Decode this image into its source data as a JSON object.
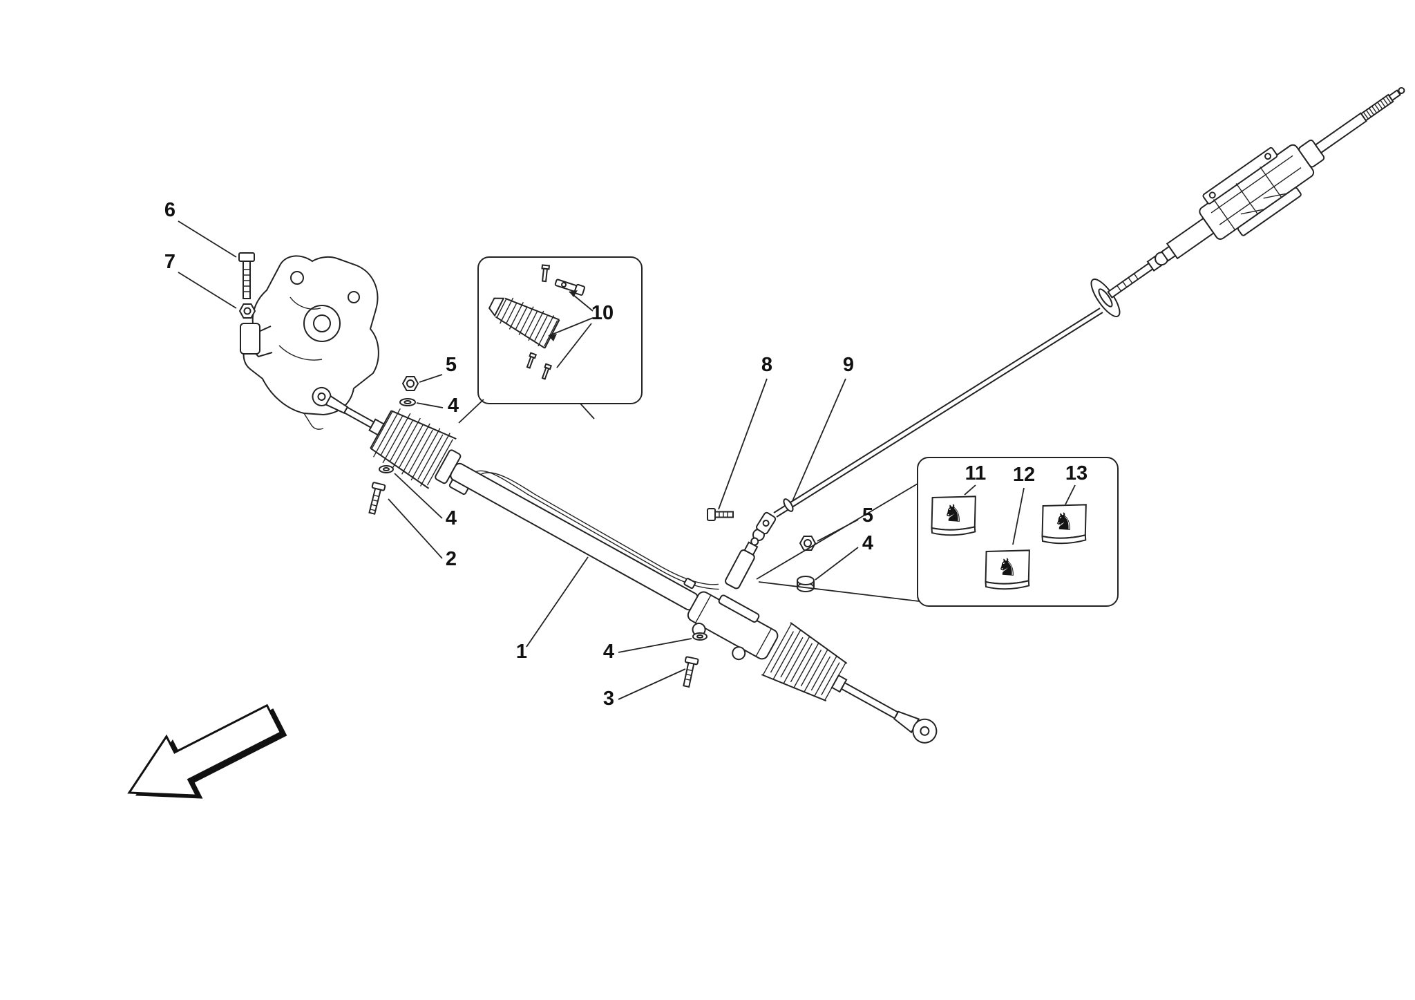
{
  "callouts": {
    "c1": "1",
    "c2": "2",
    "c3": "3",
    "c4a": "4",
    "c4b": "4",
    "c4c": "4",
    "c4d": "4",
    "c5a": "5",
    "c5b": "5",
    "c6": "6",
    "c7": "7",
    "c8": "8",
    "c9": "9",
    "c10": "10",
    "c11": "11",
    "c12": "12",
    "c13": "13"
  },
  "icons": {
    "prancing_horse_glyph": "♞"
  }
}
